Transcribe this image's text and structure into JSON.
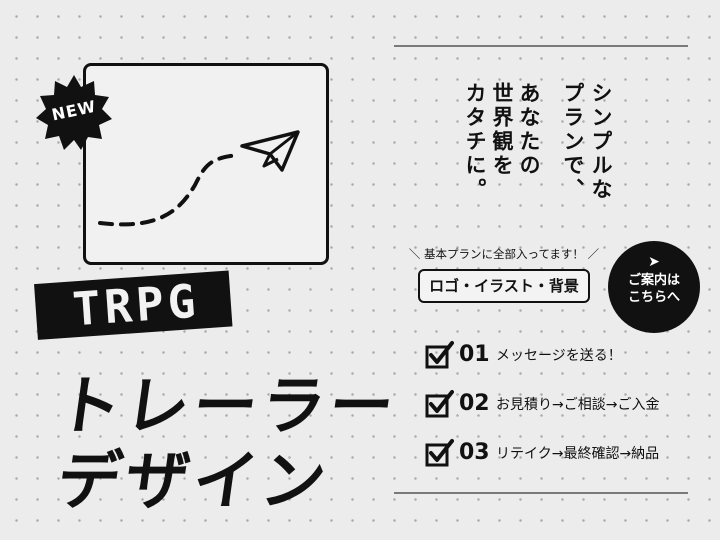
{
  "badge": {
    "new": "NEW"
  },
  "title": {
    "trpg": "TRPG",
    "line1": "トレーラー",
    "line2": "デザイン"
  },
  "copy": {
    "col1": "シンプルな",
    "col2": "プランで、",
    "col3": "あなたの",
    "col4": "世界観を",
    "col5": "カタチに。"
  },
  "plan": {
    "included_label": "＼ 基本プランに全部入ってます！ ／",
    "included_items": "ロゴ・イラスト・背景"
  },
  "guide": {
    "arrow": "➤",
    "line1": "ご案内は",
    "line2": "こちらへ"
  },
  "steps": [
    {
      "num": "01",
      "label": "メッセージを送る！"
    },
    {
      "num": "02",
      "label": "お見積り→ご相談→ご入金"
    },
    {
      "num": "03",
      "label": "リテイク→最終確認→納品"
    }
  ],
  "colors": {
    "background": "#ececec",
    "ink": "#111111",
    "rule": "#7a7a7a"
  }
}
